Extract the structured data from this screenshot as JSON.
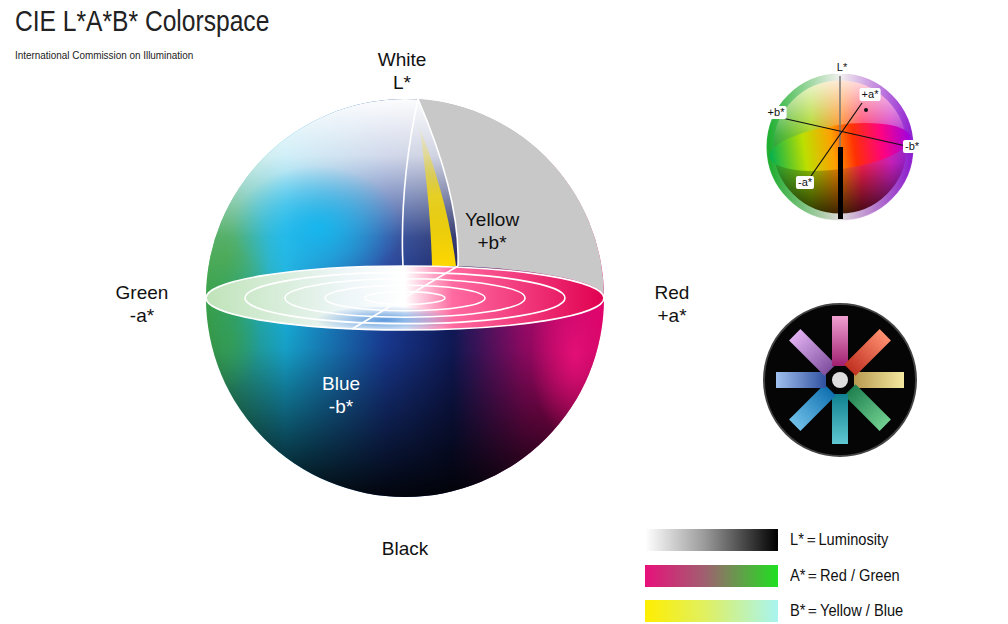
{
  "diagram": {
    "title": "CIE L*A*B* Colorspace",
    "labels": [
      "International Commission on Illumination",
      "White",
      "L*",
      "Yellow",
      "+b*",
      "Green",
      "-a*",
      "Red",
      "+a*",
      "Blue",
      "-b*",
      "Black",
      "L*",
      "+a*",
      "+b*",
      "-a*",
      "-b*"
    ],
    "legend": [
      {
        "text": "L*＝Luminosity"
      },
      {
        "text": "A*＝Red / Green"
      },
      {
        "text": "B*＝Yellow / Blue"
      }
    ]
  }
}
